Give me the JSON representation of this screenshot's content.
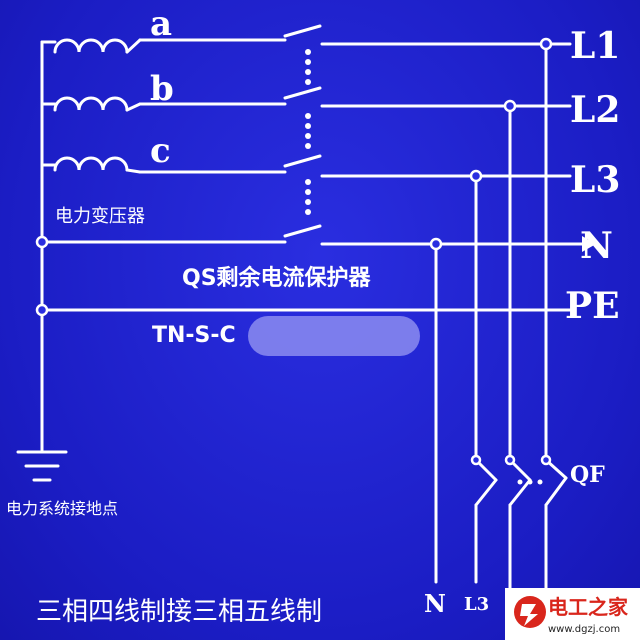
{
  "transformer": {
    "phase_a": "a",
    "phase_b": "b",
    "phase_c": "c",
    "label": "电力变压器"
  },
  "lines": {
    "l1": "L1",
    "l2": "L2",
    "l3": "L3",
    "n": "N",
    "pe": "PE"
  },
  "breaker": {
    "label": "QS剩余电流保护器"
  },
  "system": {
    "label": "TN-S-C"
  },
  "ground": {
    "label": "电力系统接地点"
  },
  "bottom": {
    "title": "三相四线制接三相五线制",
    "n": "N",
    "l3": "L3",
    "qf": "QF"
  },
  "watermark": {
    "name": "电工之家",
    "url": "www.dgzj.com"
  },
  "colors": {
    "background": "#1f1fd0",
    "wire": "#ffffff",
    "logo_red": "#d9261c",
    "redact": "#8c8cf0"
  }
}
